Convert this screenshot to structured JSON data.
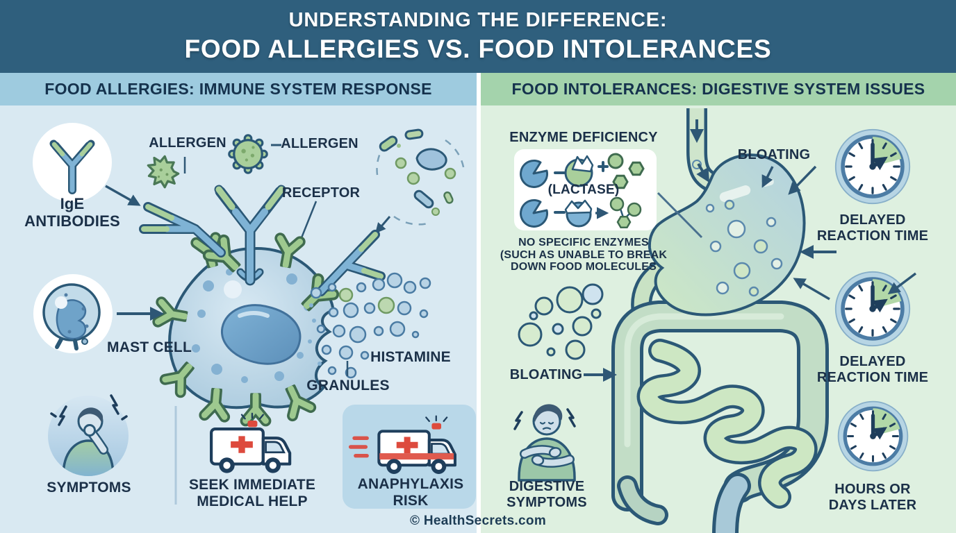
{
  "title": {
    "line1": "UNDERSTANDING THE DIFFERENCE:",
    "line2": "FOOD ALLERGIES VS. FOOD INTOLERANCES"
  },
  "left_panel": {
    "header": "FOOD ALLERGIES: IMMUNE SYSTEM RESPONSE",
    "ige_line1": "IgE",
    "ige_line2": "ANTIBODIES",
    "allergen_label_1": "ALLERGEN",
    "allergen_label_2": "ALLERGEN",
    "receptor_label": "RECEPTOR",
    "mast_cell_label": "MAST CELL",
    "histamine_label": "HISTAMINE",
    "granules_label": "GRANULES",
    "symptoms_label": "SYMPTOMS",
    "seek_help_line1": "SEEK IMMEDIATE",
    "seek_help_line2": "MEDICAL HELP",
    "anaphylaxis_line1": "ANAPHYLAXIS",
    "anaphylaxis_line2": "RISK"
  },
  "right_panel": {
    "header": "FOOD INTOLERANCES: DIGESTIVE SYSTEM ISSUES",
    "enzyme_deficiency_label": "ENZYME DEFICIENCY",
    "lactase_label": "(LACTASE)",
    "no_enzymes_line1": "NO SPECIFIC ENZYMES",
    "no_enzymes_line2": "(SUCH AS UNABLE TO BREAK",
    "no_enzymes_line3": "DOWN FOOD MOLECULES",
    "bloating_top_label": "BLOATING",
    "bloating_left_label": "BLOATING",
    "delayed_1_line1": "DELAYED",
    "delayed_1_line2": "REACTION TIME",
    "delayed_2_line1": "DELAYED",
    "delayed_2_line2": "REACTION TIME",
    "hours_line1": "HOURS OR",
    "hours_line2": "DAYS LATER",
    "digestive_line1": "DIGESTIVE",
    "digestive_line2": "SYMPTOMS"
  },
  "footer": {
    "credit": "© HealthSecrets.com"
  },
  "icons": {
    "antibody": "Y-shaped IgE antibody",
    "allergen_spiky": "spiky allergen particle",
    "allergen_virus": "round bumpy allergen particle",
    "mast_cell": "mast cell releasing granules",
    "coughing_person": "person coughing with hand over mouth",
    "ambulance": "ambulance with red cross",
    "speeding_ambulance": "speeding ambulance with red stripe",
    "enzyme_pacman": "enzyme and substrate shapes",
    "stomach": "stomach with gas bubbles",
    "intestines": "large and small intestines",
    "clock": "clock with green delayed-time wedge",
    "clutching_person": "person clutching stomach"
  },
  "colors": {
    "banner": "#2f5f7d",
    "header_left": "#9ecbdf",
    "header_right": "#a4d3ac",
    "panel_left": "#d9e9f2",
    "panel_right": "#def0e0",
    "text_dark": "#15324d",
    "title_text": "#ffffff",
    "red_accent": "#dd4a3d",
    "green_accent": "#a9cf9b",
    "blue_accent": "#7fb3d5",
    "anaphylaxis_box": "#b9d8e9"
  }
}
